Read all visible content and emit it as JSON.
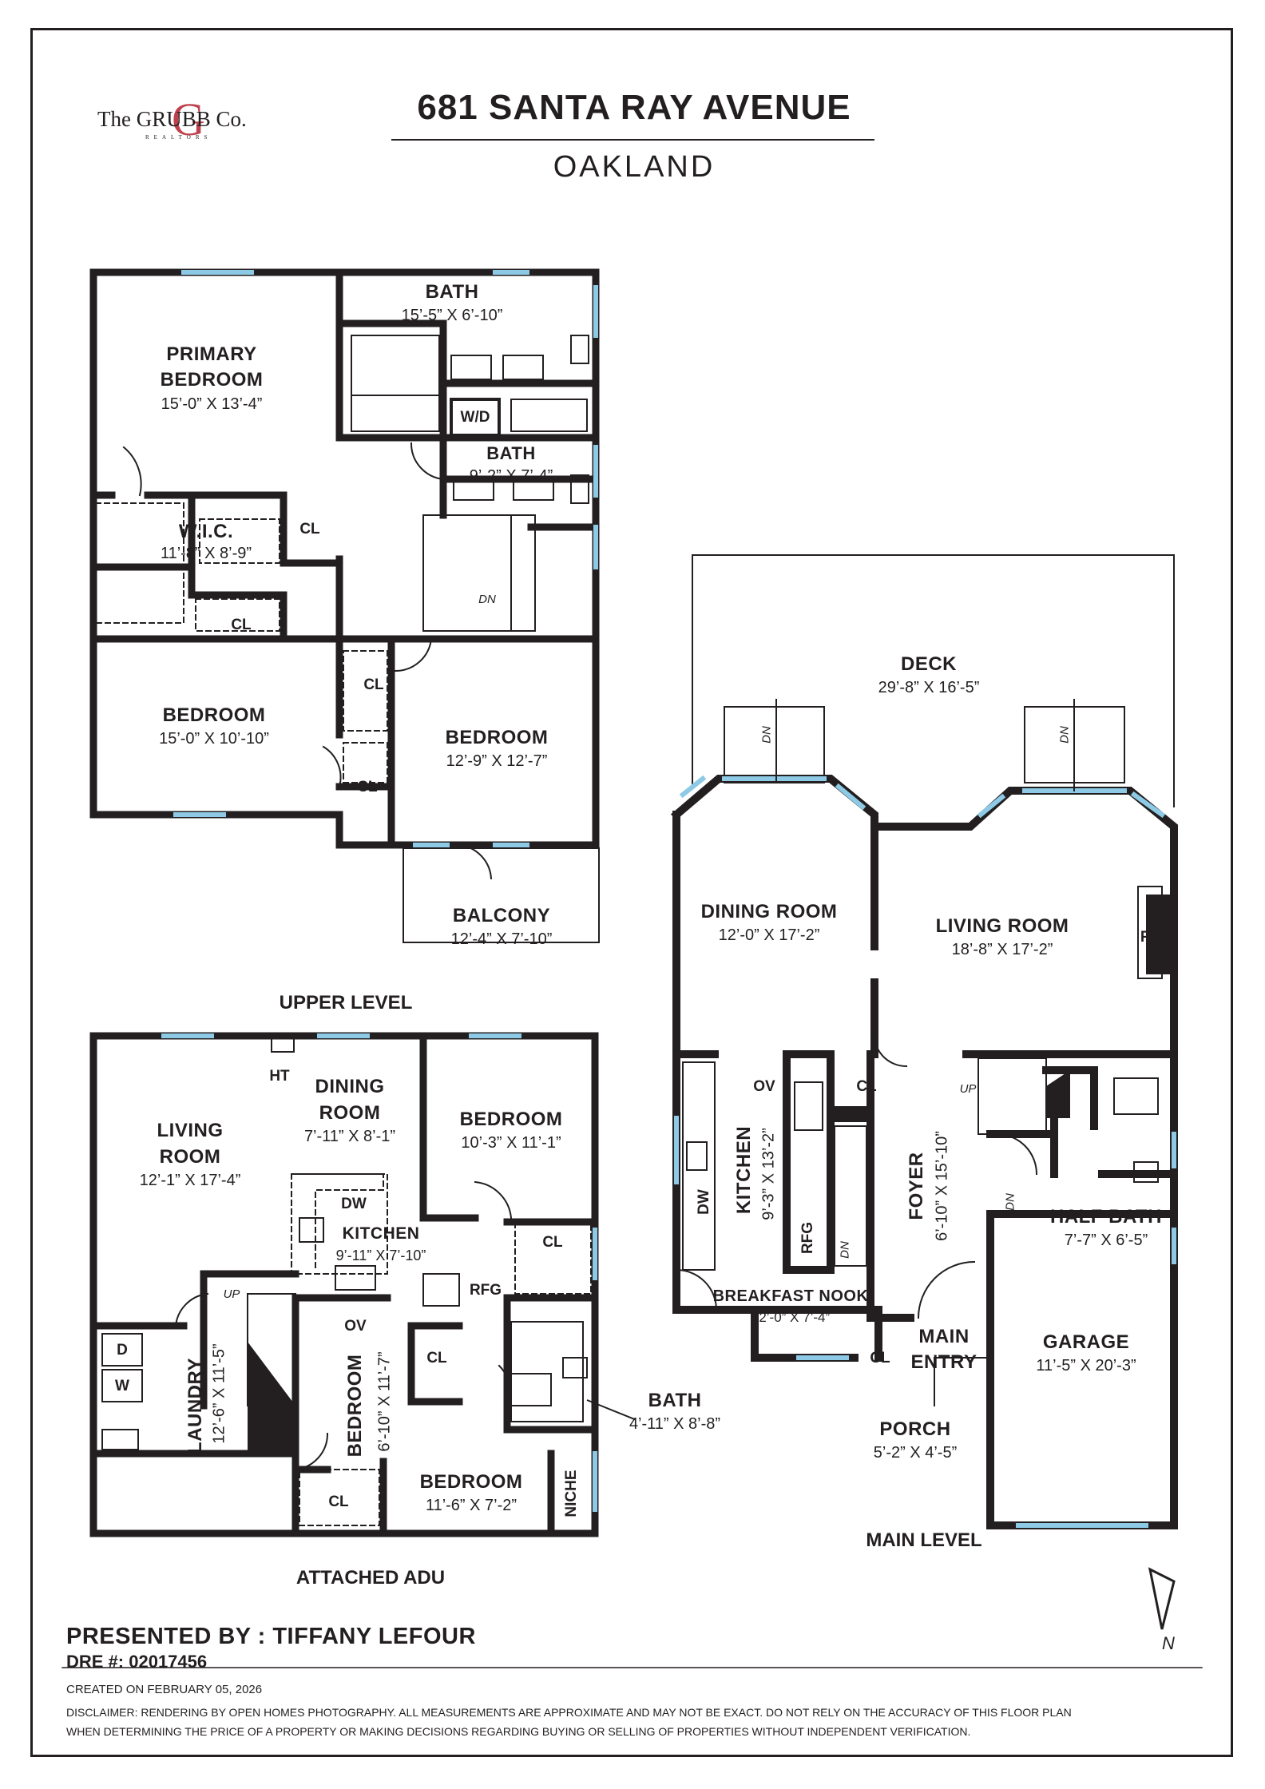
{
  "brand": {
    "logo_text": "The GRUBB Co.",
    "logo_sub": "REALTORS"
  },
  "header": {
    "title": "681 SANTA RAY AVENUE",
    "subtitle": "OAKLAND"
  },
  "upper_level": {
    "label": "UPPER LEVEL",
    "rooms": {
      "bath1": {
        "name": "BATH",
        "dim": "15’-5” X 6’-10”"
      },
      "primary_bedroom": {
        "name1": "PRIMARY",
        "name2": "BEDROOM",
        "dim": "15’-0” X 13’-4”"
      },
      "wd": "W/D",
      "bath2": {
        "name": "BATH",
        "dim": "9’-2” X 7’-4”"
      },
      "wic": {
        "name": "W.I.C.",
        "dim": "11’-8” X 8’-9”"
      },
      "cl_a": "CL",
      "cl_b": "CL",
      "cl_c": "CL",
      "cl_d": "CL",
      "dn": "DN",
      "bedroom1": {
        "name": "BEDROOM",
        "dim": "15’-0” X 10’-10”"
      },
      "bedroom2": {
        "name": "BEDROOM",
        "dim": "12’-9” X 12’-7”"
      },
      "balcony": {
        "name": "BALCONY",
        "dim": "12’-4” X 7’-10”"
      }
    }
  },
  "adu": {
    "label": "ATTACHED ADU",
    "rooms": {
      "ht": "HT",
      "living": {
        "name1": "LIVING",
        "name2": "ROOM",
        "dim": "12’-1” X 17’-4”"
      },
      "dining": {
        "name1": "DINING",
        "name2": "ROOM",
        "dim": "7’-11” X 8’-1”"
      },
      "bedroom_a": {
        "name": "BEDROOM",
        "dim": "10’-3” X 11’-1”"
      },
      "dw": "DW",
      "kitchen": {
        "name": "KITCHEN",
        "dim": "9’-11” X 7’-10”"
      },
      "cl_a": "CL",
      "rfg": "RFG",
      "ov": "OV",
      "up": "UP",
      "laundry": {
        "name": "LAUNDRY",
        "dim": "12’-6” X 11’-5”"
      },
      "d": "D",
      "w": "W",
      "bedroom_b": {
        "name": "BEDROOM",
        "dim": "6’-10” X 11’-7”"
      },
      "cl_b": "CL",
      "cl_c": "CL",
      "bedroom_c": {
        "name": "BEDROOM",
        "dim": "11’-6” X 7’-2”"
      },
      "bath": {
        "name": "BATH",
        "dim": "4’-11” X 8’-8”"
      },
      "niche": "NICHE"
    }
  },
  "main_level": {
    "label": "MAIN LEVEL",
    "rooms": {
      "deck": {
        "name": "DECK",
        "dim": "29’-8” X 16’-5”"
      },
      "dn_a": "DN",
      "dn_b": "DN",
      "dining": {
        "name": "DINING ROOM",
        "dim": "12’-0” X 17’-2”"
      },
      "living": {
        "name": "LIVING ROOM",
        "dim": "18’-8” X 17’-2”"
      },
      "fp": "FP",
      "ov": "OV",
      "cl_a": "CL",
      "up": "UP",
      "kitchen": {
        "name": "KITCHEN",
        "dim": "9’-3” X 13’-2”"
      },
      "dw": "DW",
      "rfg": "RFG",
      "dn_c": "DN",
      "foyer": {
        "name": "FOYER",
        "dim": "6’-10” X 15’-10”"
      },
      "dn_d": "DN",
      "half_bath": {
        "name": "HALF BATH",
        "dim": "7’-7” X 6’-5”"
      },
      "breakfast": {
        "name": "BREAKFAST NOOK",
        "dim": "12’-0” X 7’-4”"
      },
      "main_entry": {
        "name1": "MAIN",
        "name2": "ENTRY"
      },
      "cl_b": "CL",
      "garage": {
        "name": "GARAGE",
        "dim": "11’-5” X 20’-3”"
      },
      "porch": {
        "name": "PORCH",
        "dim": "5’-2” X 4’-5”"
      }
    }
  },
  "compass": "N",
  "footer": {
    "presented": "PRESENTED BY : TIFFANY LEFOUR",
    "dre": "DRE #: 02017456",
    "created": "CREATED ON FEBRUARY 05, 2026",
    "disclaimer1": "DISCLAIMER: RENDERING BY OPEN HOMES PHOTOGRAPHY. ALL MEASUREMENTS ARE APPROXIMATE AND MAY NOT BE EXACT. DO NOT RELY ON THE ACCURACY OF THIS FLOOR PLAN",
    "disclaimer2": "WHEN DETERMINING THE PRICE OF A PROPERTY OR MAKING DECISIONS REGARDING BUYING OR SELLING OF PROPERTIES WITHOUT INDEPENDENT VERIFICATION."
  },
  "colors": {
    "ink": "#231f20",
    "window": "#8ecae6",
    "logo_red": "#b5202e"
  }
}
